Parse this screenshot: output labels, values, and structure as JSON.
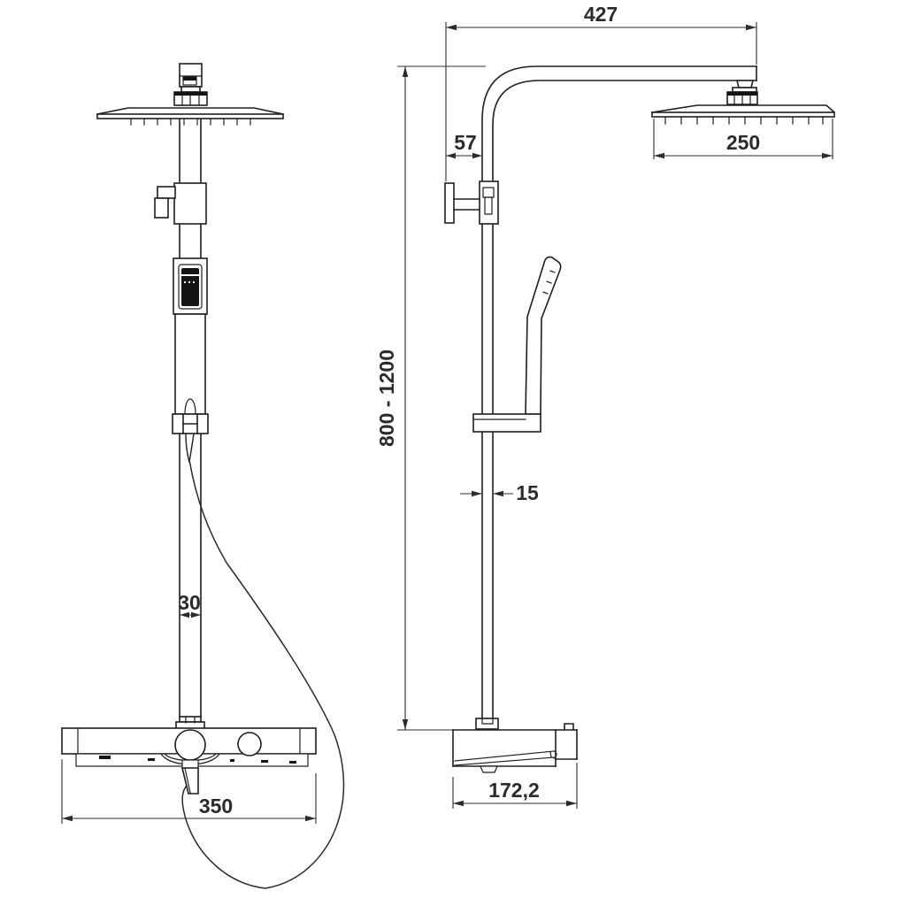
{
  "drawing": {
    "background_color": "#ffffff",
    "line_color": "#1e1e1e",
    "text_color": "#2b2b2b",
    "dimensions": {
      "arm_reach": "427",
      "head_width": "250",
      "wall_offset": "57",
      "column_height_range": "800 - 1200",
      "pipe_depth": "15",
      "pipe_width": "30",
      "mixer_width": "350",
      "base_depth": "172,2"
    }
  }
}
